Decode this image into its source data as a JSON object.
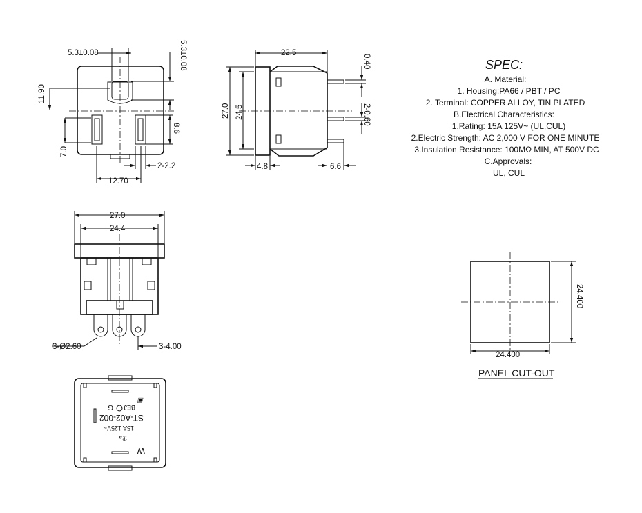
{
  "spec": {
    "title": "SPEC:",
    "lines": [
      "A. Material:",
      "1.  Housing:PA66 / PBT / PC",
      "2.  Terminal: COPPER ALLOY, TIN PLATED",
      "B.Electrical Characteristics:",
      "1.Rating:  15A 125V~ (UL,CUL)",
      "2.Electric Strength: AC 2,000 V FOR ONE MINUTE",
      "3.Insulation Resistance: 100MΩ MIN, AT 500V DC",
      "C.Approvals:",
      "UL, CUL"
    ]
  },
  "front_view": {
    "dims": {
      "top_width": "5.3±0.08",
      "top_height": "5.3±0.08",
      "left_11": "11.90",
      "left_7": "7.0",
      "right_86": "8.6",
      "bottom_1270": "12.70",
      "bottom_22": "2-2.2"
    }
  },
  "side_view": {
    "dims": {
      "top_225": "22.5",
      "left_270": "27.0",
      "left_245": "24.5",
      "right_040": "0.40",
      "right_060": "2-0.60",
      "bottom_48": "4.8",
      "bottom_66": "6.6"
    }
  },
  "top_view": {
    "dims": {
      "width_270": "27.0",
      "width_244": "24.4",
      "pin_dia": "3-Ø2.60",
      "pin_pitch": "3-4.00"
    }
  },
  "bottom_view": {
    "label_code": "ST-A02-002",
    "label_rating": "15A 125V~",
    "label_mark": "W",
    "label_brand": "BEJ",
    "label_g": "G"
  },
  "panel_cutout": {
    "title": "PANEL CUT-OUT",
    "width": "24.400",
    "height": "24.400"
  }
}
